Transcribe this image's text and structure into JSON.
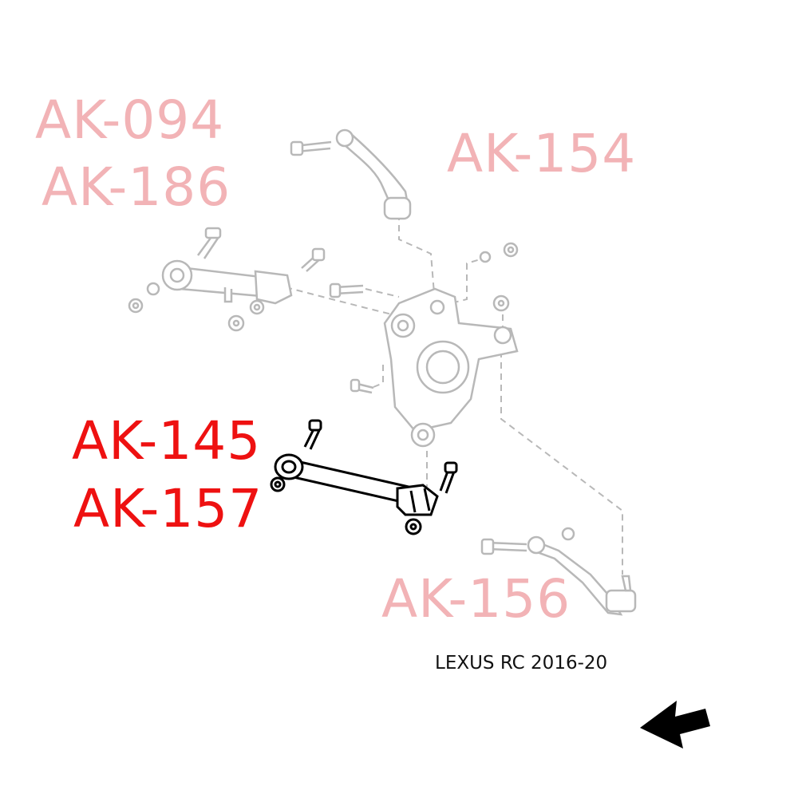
{
  "labels": {
    "upper_left_1": "AK-094",
    "upper_left_2": "AK-186",
    "upper_right": "AK-154",
    "lower_left_1": "AK-145",
    "lower_left_2": "AK-157",
    "lower_right": "AK-156"
  },
  "model": "LEXUS RC 2016-20",
  "colors": {
    "faded_label": "#f2b3b6",
    "highlight_label": "#ee1111",
    "line_art_faded": "#b8b8b8",
    "line_art_highlight": "#000000"
  },
  "icons": {
    "direction": "arrow-left-down-icon"
  }
}
